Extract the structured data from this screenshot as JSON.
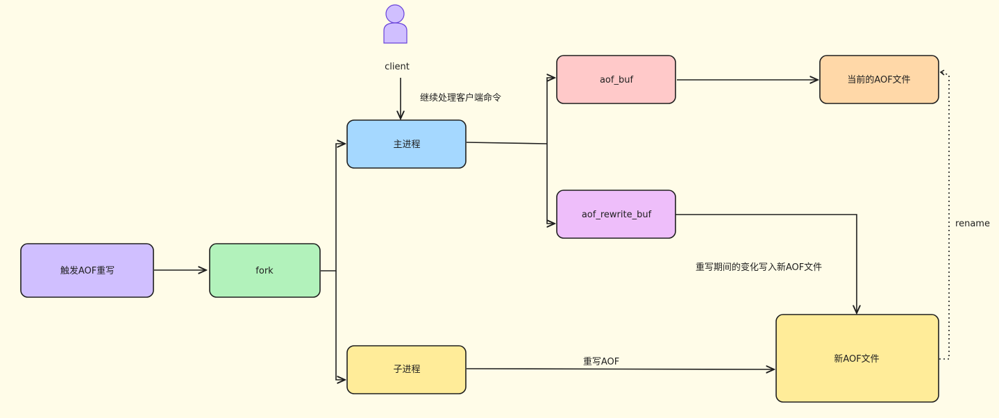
{
  "colors": {
    "background": "#fffce8",
    "stroke": "#1e1e1e",
    "trigger": "#d0bfff",
    "fork": "#b2f2bb",
    "main_process": "#a5d8ff",
    "child_process": "#ffec99",
    "aof_buf": "#ffc9c9",
    "aof_rewrite_buf": "#eebefa",
    "current_aof": "#ffd8a8",
    "new_aof": "#ffec99",
    "client_icon": "#d0bfff"
  },
  "client": {
    "label": "client",
    "icon": "user-icon"
  },
  "nodes": {
    "trigger": "触发AOF重写",
    "fork": "fork",
    "main_process": "主进程",
    "child_process": "子进程",
    "aof_buf": "aof_buf",
    "aof_rewrite_buf": "aof_rewrite_buf",
    "current_aof": "当前的AOF文件",
    "new_aof": "新AOF文件"
  },
  "edge_labels": {
    "client_commands": "继续处理客户端命令",
    "rewrite_aof": "重写AOF",
    "write_changes": "重写期间的变化写入新AOF文件",
    "rename": "rename"
  }
}
